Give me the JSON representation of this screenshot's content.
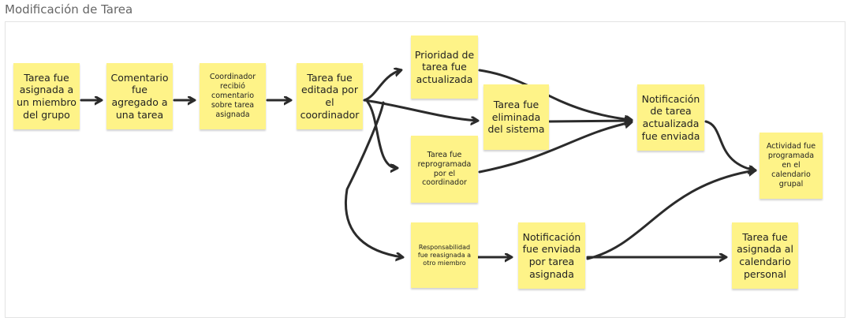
{
  "board": {
    "title": "Modificación de Tarea"
  },
  "notes": {
    "n1": "Tarea fue asignada a un miembro del grupo",
    "n2": "Comentario fue agregado a una tarea",
    "n3": "Coordinador recibió comentario sobre tarea asignada",
    "n4": "Tarea fue editada por el coordinador",
    "n5": "Prioridad de tarea fue actualizada",
    "n6": "Tarea fue eliminada del sistema",
    "n7": "Tarea fue reprogramada por el coordinador",
    "n8": "Notificación de tarea actualizada fue enviada",
    "n9": "Actividad fue programada en el calendario grupal",
    "n10": "Responsabilidad fue reasignada a otro miembro",
    "n11": "Notificación fue enviada por tarea asignada",
    "n12": "Tarea fue asignada al calendario personal"
  },
  "colors": {
    "note": "#fef388",
    "edge": "#2b2b2b"
  }
}
